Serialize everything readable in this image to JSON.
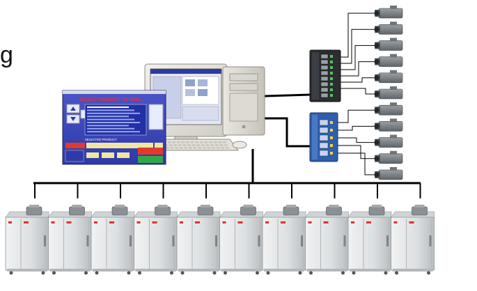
{
  "edge_text": "g",
  "software_window": {
    "title_bar": "",
    "heading": "SELECT PRODUCT TO RUN...",
    "footer_label": "SELECTED PRODUCT"
  },
  "switches": [
    {
      "name": "switch-top",
      "port_count": 8,
      "color": "#2b2d31"
    },
    {
      "name": "switch-bottom",
      "port_count": 5,
      "color": "#2f5fa8"
    }
  ],
  "camera_count": 11,
  "machine_count": 10,
  "colors": {
    "line": "#000000",
    "window_bg": "#3b46b8",
    "window_heading": "#ff2a2a",
    "list_bg": "#2230a6",
    "machine_body": "#e6e8ea",
    "camera_body": "#7d8387"
  }
}
